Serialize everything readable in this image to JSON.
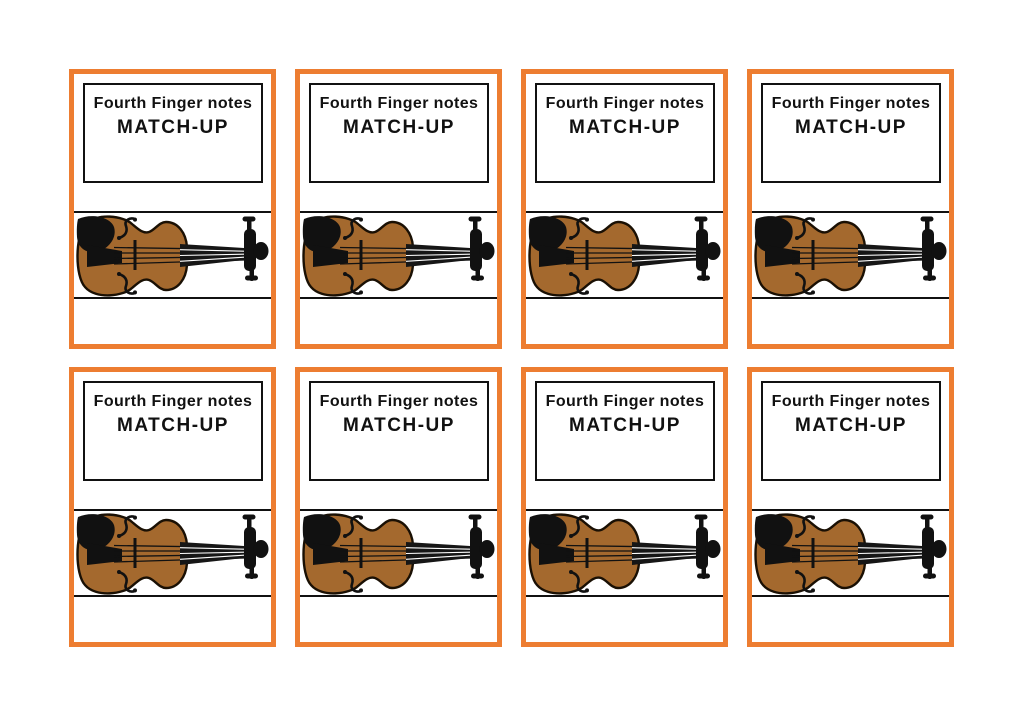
{
  "page": {
    "background_color": "#ffffff",
    "description": "Printable sheet of eight identical violin flash cards"
  },
  "grid": {
    "rows": 2,
    "columns": 4,
    "card_count": 8
  },
  "colors": {
    "card_border": "#ED7D31",
    "title_box_border": "#111111",
    "staff_line": "#111111",
    "violin_body": "#A4692E",
    "violin_outline": "#1A1004",
    "violin_hardware": "#111111"
  },
  "card_template": {
    "title_line1": "Fourth Finger notes",
    "title_line2": "MATCH-UP",
    "illustration": "violin-on-staff-lines"
  },
  "cards": [
    {
      "title_line1": "Fourth Finger notes",
      "title_line2": "MATCH-UP"
    },
    {
      "title_line1": "Fourth Finger notes",
      "title_line2": "MATCH-UP"
    },
    {
      "title_line1": "Fourth Finger notes",
      "title_line2": "MATCH-UP"
    },
    {
      "title_line1": "Fourth Finger notes",
      "title_line2": "MATCH-UP"
    },
    {
      "title_line1": "Fourth Finger notes",
      "title_line2": "MATCH-UP"
    },
    {
      "title_line1": "Fourth Finger notes",
      "title_line2": "MATCH-UP"
    },
    {
      "title_line1": "Fourth Finger notes",
      "title_line2": "MATCH-UP"
    },
    {
      "title_line1": "Fourth Finger notes",
      "title_line2": "MATCH-UP"
    }
  ]
}
